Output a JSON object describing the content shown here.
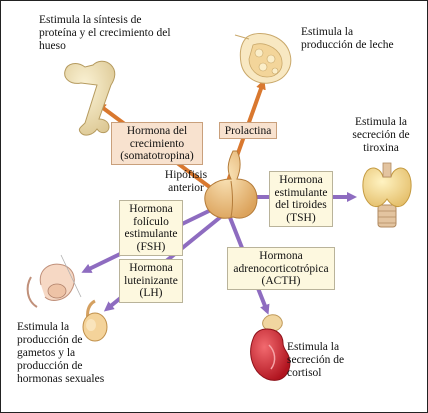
{
  "colors": {
    "orange_arrow": "#d9782f",
    "purple_arrow": "#8e6cc0",
    "orange_box": "#f8e2cf",
    "cream_box": "#fdf8df",
    "pituitary": "#f2c98a",
    "kidney": "#d8303c",
    "thyroid": "#f3dc8a"
  },
  "pituitary": {
    "label": "Hipófisis anterior"
  },
  "hormones": {
    "gh": "Hormona del crecimiento (somatotropina)",
    "prolactin": "Prolactina",
    "tsh": "Hormona estimulante del tiroides (TSH)",
    "fsh": "Hormona folículo estimulante (FSH)",
    "lh": "Hormona luteinizante (LH)",
    "acth": "Hormona adrenocorticotrópica (ACTH)"
  },
  "effects": {
    "bone": "Estimula la síntesis de proteína y el crecimiento del hueso",
    "milk": "Estimula la producción de leche",
    "thyroxine": "Estimula la secreción de tiroxina",
    "gametes": "Estimula la producción de gametos y la producción de hormonas sexuales",
    "cortisol": "Estimula la secreción de cortisol"
  },
  "icons": {
    "bone": "femur-bone-icon",
    "breast": "mammary-gland-icon",
    "thyroid": "thyroid-gland-icon",
    "ovary": "ovary-uterus-icon",
    "testis": "testis-icon",
    "adrenal": "adrenal-kidney-icon",
    "pituitary": "pituitary-gland-icon"
  }
}
